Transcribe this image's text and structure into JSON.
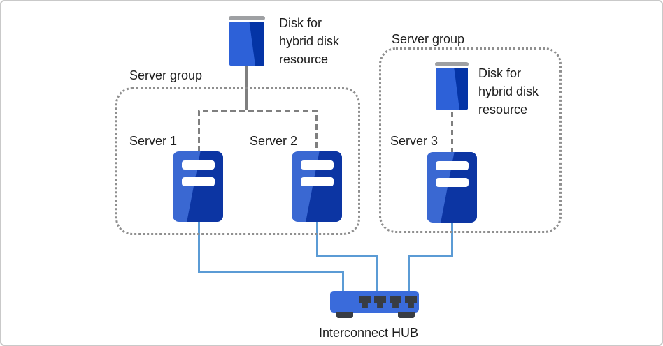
{
  "colors": {
    "frame": "#C9C9C9",
    "text": "#1C1C1C",
    "srv-light": "#3A68D2",
    "srv-dark": "#0C35A3",
    "disk-light": "#2D61D8",
    "disk-dark": "#0434A6",
    "hub-blue": "#3A6BDB",
    "port-dark": "#383C43",
    "wire-blue": "#5B9BD5",
    "wire-gray": "#7F7F7F",
    "dot-gray": "#8F8F8F",
    "cap-gray": "#9EA0A3"
  },
  "groups": [
    {
      "label": "Server group"
    },
    {
      "label": "Server group"
    }
  ],
  "disks": [
    {
      "label": "Disk for\nhybrid disk\nresource"
    },
    {
      "label": "Disk for\nhybrid disk\nresource"
    }
  ],
  "servers": [
    {
      "label": "Server 1"
    },
    {
      "label": "Server 2"
    },
    {
      "label": "Server 3"
    }
  ],
  "hub": {
    "label": "Interconnect HUB"
  },
  "icons": {
    "disk": "hybrid-disk-icon",
    "server": "server-icon",
    "hub": "interconnect-hub-icon"
  }
}
